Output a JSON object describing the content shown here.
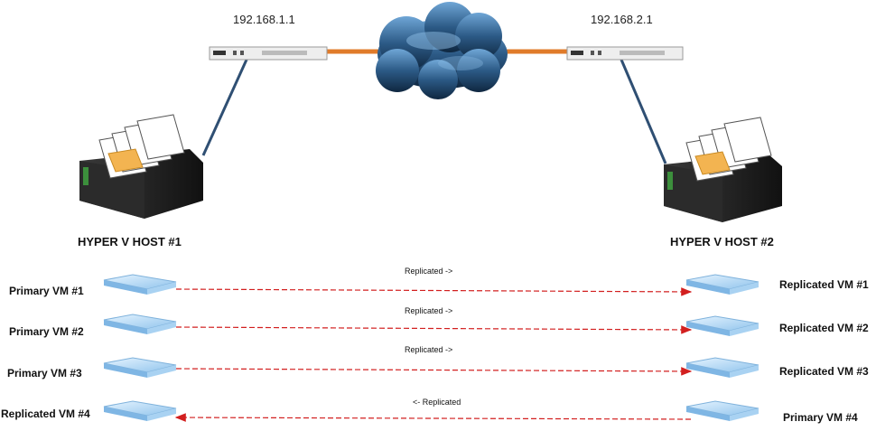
{
  "routers": {
    "left": {
      "ip": "192.168.1.1"
    },
    "right": {
      "ip": "192.168.2.1"
    }
  },
  "hosts": {
    "left": {
      "label": "HYPER V HOST #1"
    },
    "right": {
      "label": "HYPER V HOST #2"
    }
  },
  "rows": [
    {
      "left_label": "Primary VM #1",
      "right_label": "Replicated VM #1",
      "link_label": "Replicated ->",
      "direction": "right"
    },
    {
      "left_label": "Primary VM #2",
      "right_label": "Replicated VM #2",
      "link_label": "Replicated ->",
      "direction": "right"
    },
    {
      "left_label": "Primary VM #3",
      "right_label": "Replicated VM #3",
      "link_label": "Replicated ->",
      "direction": "right"
    },
    {
      "left_label": "Replicated VM #4",
      "right_label": "Primary VM #4",
      "link_label": "<- Replicated",
      "direction": "left"
    }
  ],
  "colors": {
    "wan_link": "#E07B2A",
    "lan_link": "#2F4F73",
    "replication_arrow": "#D21F1F",
    "vm_tile": "#9CC9EE",
    "cloud": "#2C5A86"
  }
}
